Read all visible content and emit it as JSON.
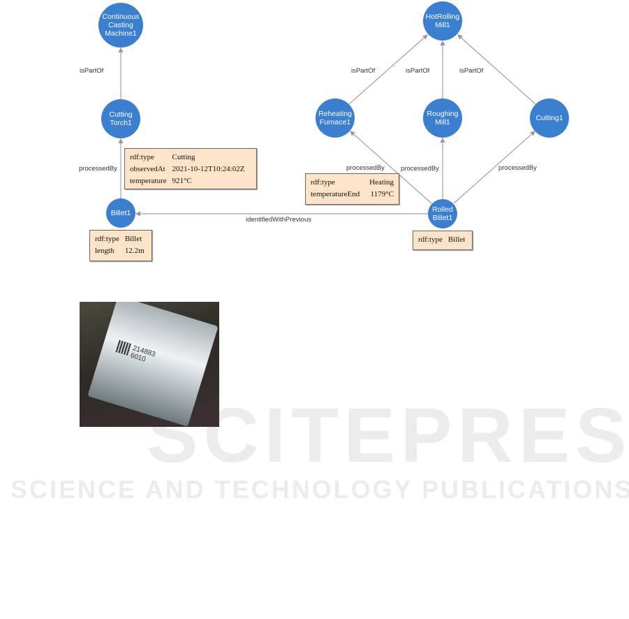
{
  "nodes": {
    "ccm": "Continuous\nCasting\nMachine1",
    "torch": "Cutting\nTorch1",
    "billet": "Billet1",
    "hrm": "HotRolling\nMill1",
    "furnace": "Reheating\nFurnace1",
    "roughing": "Roughing\nMill1",
    "cutting": "Cutting1",
    "rolled": "Rolled\nBillet1"
  },
  "edges": {
    "torch_ccm": "isPartOf",
    "billet_torch": "processedBy",
    "rolled_billet": "identifiedWithPrevious",
    "furnace_hrm": "isPartOf",
    "roughing_hrm": "isPartOf",
    "cutting_hrm": "isPartOf",
    "rolled_furnace": "processedBy",
    "rolled_roughing": "processedBy",
    "rolled_cutting": "processedBy"
  },
  "boxes": {
    "cutting_event": [
      [
        "rdf:type",
        "Cutting"
      ],
      [
        "observedAt",
        "2021-10-12T10:24:02Z"
      ],
      [
        "temperature",
        "921°C"
      ]
    ],
    "billet1": [
      [
        "rdf:type",
        "Billet"
      ],
      [
        "length",
        "12.2m"
      ]
    ],
    "heating_event": [
      [
        "rdf:type",
        "Heating"
      ],
      [
        "temperatureEnd",
        "1179°C"
      ]
    ],
    "rolled_billet1": [
      [
        "rdf:type",
        "Billet"
      ]
    ]
  },
  "photo": {
    "code": "214883\n6010"
  },
  "watermark": {
    "line1": "SCITEPRESS",
    "line2": "SCIENCE AND TECHNOLOGY PUBLICATIONS"
  },
  "colors": {
    "node": "#3a7fd0",
    "box": "#fde3c8",
    "edge": "#999999"
  }
}
